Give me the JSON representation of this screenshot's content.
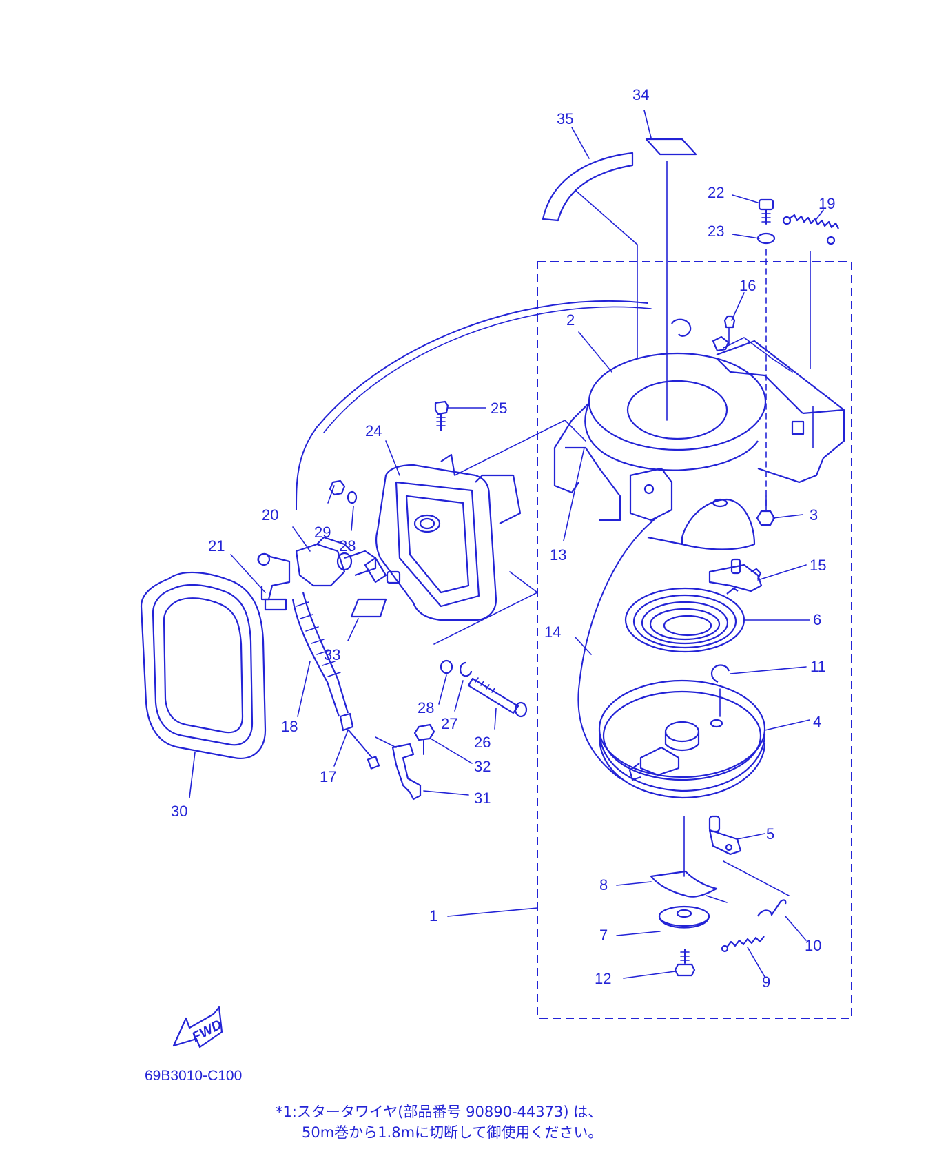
{
  "diagram": {
    "part_numbers": [
      "1",
      "2",
      "3",
      "4",
      "5",
      "6",
      "7",
      "8",
      "9",
      "10",
      "11",
      "12",
      "13",
      "14",
      "15",
      "16",
      "17",
      "18",
      "19",
      "20",
      "21",
      "22",
      "23",
      "24",
      "25",
      "26",
      "27",
      "28",
      "29",
      "30",
      "31",
      "32",
      "33",
      "34",
      "35"
    ],
    "extra_callouts": {
      "28b": "28"
    },
    "fwd_label": "FWD",
    "diagram_code": "69B3010-C100",
    "footnote_line1": "*1:スタータワイヤ(部品番号 90890-44373) は、",
    "footnote_line2": "50m巻から1.8mに切断して御使用ください。"
  },
  "colors": {
    "ink": "#2323d6",
    "background": "#ffffff"
  }
}
